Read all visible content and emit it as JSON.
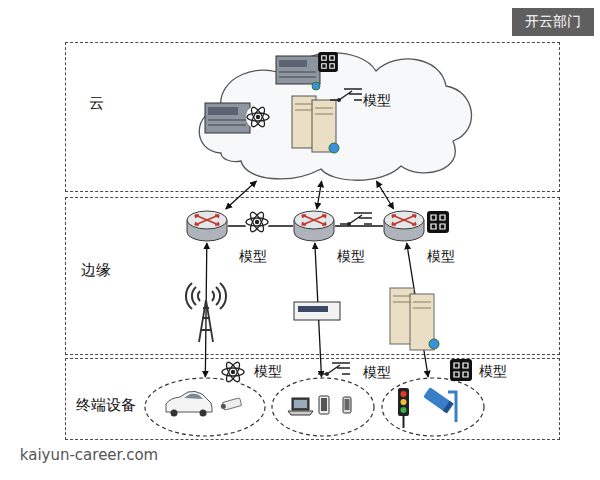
{
  "diagram": {
    "nodes": [
      {
        "text": [
          "云"
        ]
      },
      {
        "text": [
          "模型"
        ],
        "in": 0
      },
      {
        "text": [
          "边缘"
        ]
      },
      {
        "text": [
          "模型"
        ],
        "in": 2
      },
      {
        "text": [
          "模型"
        ],
        "in": 2
      },
      {
        "text": [
          "模型"
        ],
        "in": 2
      },
      {
        "text": [
          "终端设备"
        ]
      },
      {
        "text": [
          "模型"
        ],
        "in": 6
      },
      {
        "text": [
          "模型"
        ],
        "in": 6
      },
      {
        "text": [
          "模型"
        ],
        "in": 6
      }
    ],
    "edges": [
      {
        "from": 1,
        "to": 3,
        "arrow": "both"
      },
      {
        "from": 1,
        "to": 4,
        "arrow": "both"
      },
      {
        "from": 1,
        "to": 5,
        "arrow": "both"
      },
      {
        "from": 3,
        "to": 4,
        "arrow": "none"
      },
      {
        "from": 4,
        "to": 5,
        "arrow": "none"
      },
      {
        "from": 3,
        "to": 7,
        "arrow": "both"
      },
      {
        "from": 4,
        "to": 8,
        "arrow": "both"
      },
      {
        "from": 5,
        "to": 9,
        "arrow": "both"
      }
    ],
    "labels": [
      "开云部门",
      "kaiyun-career.com"
    ]
  }
}
